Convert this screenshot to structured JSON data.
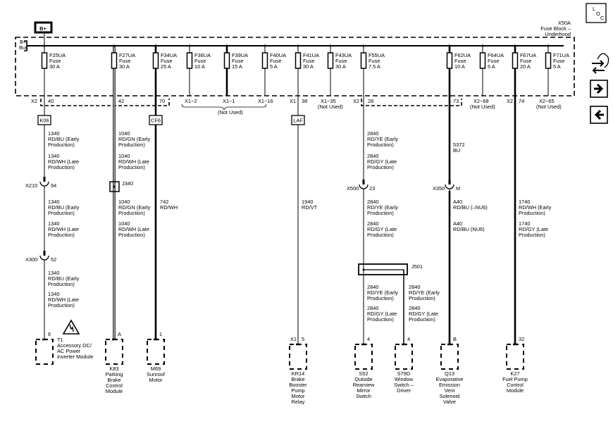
{
  "header": {
    "power": "B+",
    "bus_label": [
      "B+",
      "Bus"
    ],
    "fuse_block": [
      "X50A",
      "Fuse Block –",
      "Underhood"
    ]
  },
  "fuses": [
    {
      "id": "F25UA",
      "kind": "Fuse",
      "rating": "30 A"
    },
    {
      "id": "F27UA",
      "kind": "Fuse",
      "rating": "30 A"
    },
    {
      "id": "F34UA",
      "kind": "Fuse",
      "rating": "25 A"
    },
    {
      "id": "F36UA",
      "kind": "Fuse",
      "rating": "10 A"
    },
    {
      "id": "F39UA",
      "kind": "Fuse",
      "rating": "15 A"
    },
    {
      "id": "F40UA",
      "kind": "Fuse",
      "rating": "5 A"
    },
    {
      "id": "F41UA",
      "kind": "Fuse",
      "rating": "30 A"
    },
    {
      "id": "F43UA",
      "kind": "Fuse",
      "rating": "30 A"
    },
    {
      "id": "F55UA",
      "kind": "Fuse",
      "rating": "7.5 A"
    },
    {
      "id": "F62UA",
      "kind": "Fuse",
      "rating": "10 A"
    },
    {
      "id": "F64UA",
      "kind": "Fuse",
      "rating": "5 A"
    },
    {
      "id": "F67UA",
      "kind": "Fuse",
      "rating": "20 A"
    },
    {
      "id": "F71UA",
      "kind": "Fuse",
      "rating": "5 A"
    }
  ],
  "block_pins": {
    "x2_a": "X2",
    "p40": "40",
    "p42": "42",
    "p70": "70",
    "x1_2": "X1−2",
    "x1_1": "X1−1",
    "x1_16": "X1−16",
    "not_used": "(Not Used)",
    "x1": "X1",
    "p38": "38",
    "x1_35": "X1−35",
    "x2_b": "X2",
    "p28": "28",
    "p73": "73",
    "x2_68": "X2−68",
    "x2_c": "X2",
    "p74": "74",
    "x2_65": "X2−65"
  },
  "inline_boxes": [
    "K06",
    "CF6",
    "LAF"
  ],
  "inline_connectors": [
    {
      "id": "X210",
      "pin": "94"
    },
    {
      "id": "X300",
      "pin": "52"
    },
    {
      "id": "X500",
      "pin": "23"
    },
    {
      "id": "X350",
      "pin": "M"
    }
  ],
  "splices": [
    "J340",
    "J501"
  ],
  "wire_labels": [
    [
      "1340",
      "RD/BU (Early",
      "Production)"
    ],
    [
      "1340",
      "RD/WH (Late",
      "Production)"
    ],
    [
      "1340",
      "RD/BU (Early",
      "Production)"
    ],
    [
      "1340",
      "RD/WH (Late",
      "Production)"
    ],
    [
      "1340",
      "RD/BU (Early",
      "Production)"
    ],
    [
      "1340",
      "RD/WH (Late",
      "Production)"
    ],
    [
      "1040",
      "RD/GN (Early",
      "Production)"
    ],
    [
      "1040",
      "RD/WH (Late",
      "Production)"
    ],
    [
      "1040",
      "RD/GN (Early",
      "Production)"
    ],
    [
      "1040",
      "RD/WH (Late",
      "Production)"
    ],
    [
      "742",
      "RD/WH"
    ],
    [
      "1940",
      "RD/VT"
    ],
    [
      "2840",
      "RD/YE (Early",
      "Production)"
    ],
    [
      "2840",
      "RD/GY (Late",
      "Production)"
    ],
    [
      "2840",
      "RD/YE (Early",
      "Production)"
    ],
    [
      "2840",
      "RD/GY (Late",
      "Production)"
    ],
    [
      "2840",
      "RD/YE (Early",
      "Production)"
    ],
    [
      "2840",
      "RD/GY (Late",
      "Production)"
    ],
    [
      "2840",
      "RD/YE (Early",
      "Production)"
    ],
    [
      "2840",
      "RD/GY (Late",
      "Production)"
    ],
    [
      "5372",
      "BU"
    ],
    [
      "A40",
      "RD/BU (–NU6)"
    ],
    [
      "A40",
      "RD/BU (NU6)"
    ],
    [
      "1740",
      "RD/WH (Early",
      "Production)"
    ],
    [
      "1740",
      "RD/GY (Late",
      "Production)"
    ]
  ],
  "components": [
    {
      "pin": "6",
      "lines": [
        "T1",
        "Accessory DC/",
        "AC Power",
        "Inverter Module"
      ]
    },
    {
      "pin": "A",
      "lines": [
        "K83",
        "Parking",
        "Brake",
        "Control",
        "Module"
      ]
    },
    {
      "pin": "1",
      "lines": [
        "M69",
        "Sunroof",
        "Motor"
      ]
    },
    {
      "pin": "5",
      "connector": "X1",
      "lines": [
        "KR14",
        "Brake",
        "Booster",
        "Pump",
        "Motor",
        "Relay"
      ]
    },
    {
      "pin": "4",
      "lines": [
        "S52",
        "Outside",
        "Rearview",
        "Mirror",
        "Switch"
      ]
    },
    {
      "pin": "4",
      "lines": [
        "S79D",
        "Window",
        "Switch –",
        "Driver"
      ]
    },
    {
      "pin": "B",
      "lines": [
        "Q13",
        "Evaporative",
        "Emission",
        "Vent",
        "Solenoid",
        "Valve"
      ]
    },
    {
      "pin": "32",
      "lines": [
        "K27",
        "Fuel Pump",
        "Control",
        "Module"
      ]
    }
  ],
  "nav": {
    "loc_letters": [
      "L",
      "O",
      "C"
    ]
  }
}
